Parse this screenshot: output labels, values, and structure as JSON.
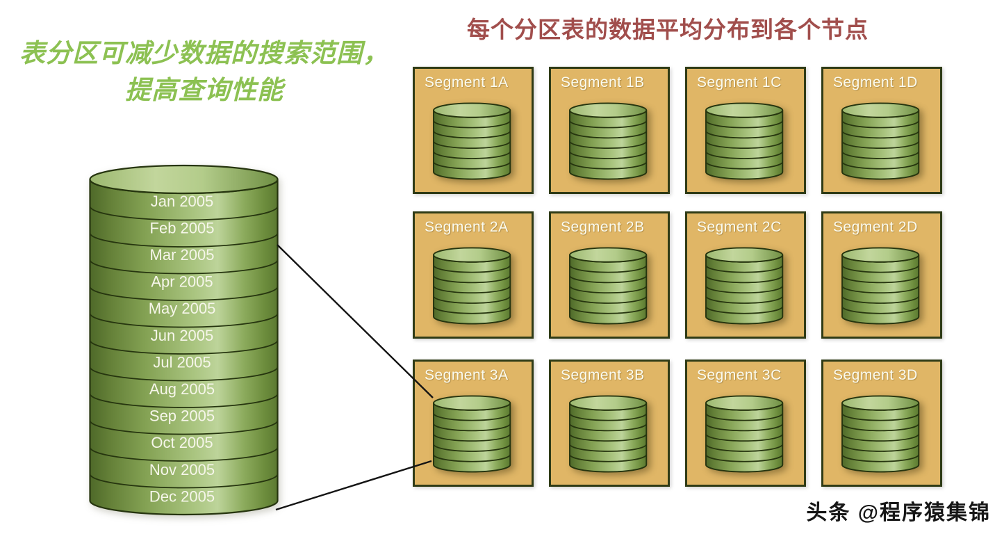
{
  "tagline": {
    "line1": "表分区可减少数据的搜索范围，",
    "line2": "提高查询性能"
  },
  "right_title": "每个分区表的数据平均分布到各个节点",
  "cylinder": {
    "months": [
      "Jan 2005",
      "Feb 2005",
      "Mar 2005",
      "Apr 2005",
      "May 2005",
      "Jun 2005",
      "Jul 2005",
      "Aug 2005",
      "Sep 2005",
      "Oct 2005",
      "Nov 2005",
      "Dec 2005"
    ]
  },
  "segments": [
    {
      "label": "Segment 1A"
    },
    {
      "label": "Segment 1B"
    },
    {
      "label": "Segment 1C"
    },
    {
      "label": "Segment 1D"
    },
    {
      "label": "Segment 2A"
    },
    {
      "label": "Segment 2B"
    },
    {
      "label": "Segment 2C"
    },
    {
      "label": "Segment 2D"
    },
    {
      "label": "Segment 3A"
    },
    {
      "label": "Segment 3B"
    },
    {
      "label": "Segment 3C"
    },
    {
      "label": "Segment 3D"
    }
  ],
  "watermark": "头条 @程序猿集锦",
  "colors": {
    "tagline_green": "#8CC152",
    "title_red": "#A14E4C",
    "box_fill": "#E0B666",
    "box_border": "#2F3B16",
    "cylinder_dark": "#4E6929",
    "cylinder_light": "#BDD49A",
    "band_line": "#26350F",
    "label_text": "#FBFBEF"
  }
}
